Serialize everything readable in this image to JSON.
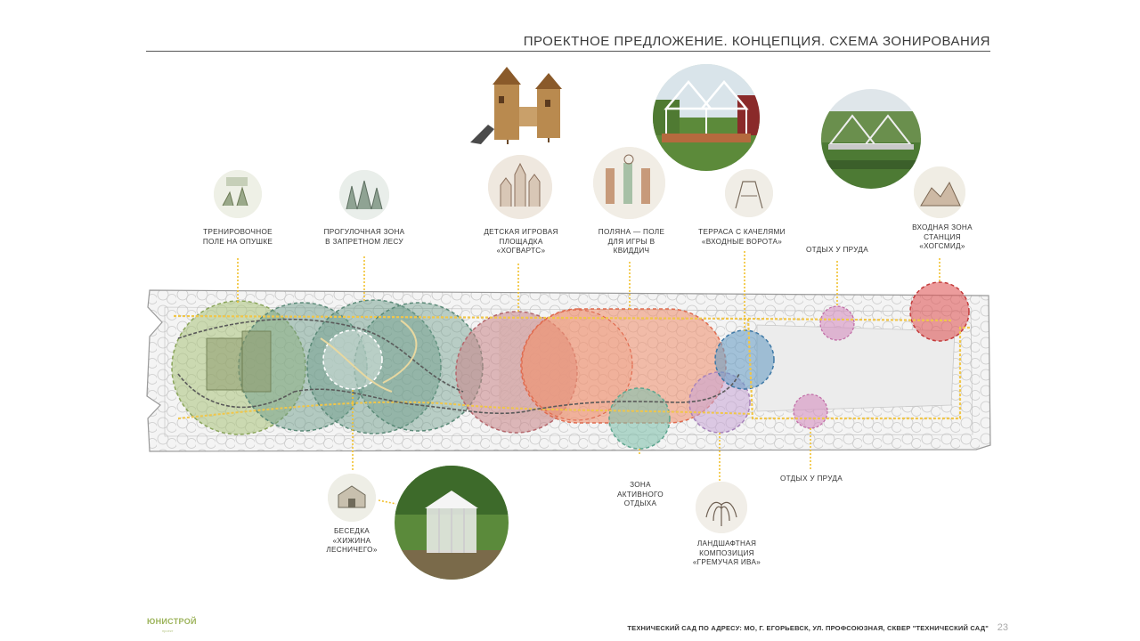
{
  "header": {
    "title": "ПРОЕКТНОЕ ПРЕДЛОЖЕНИЕ. КОНЦЕПЦИЯ. СХЕМА ЗОНИРОВАНИЯ"
  },
  "zones": {
    "training_field": "ТРЕНИРОВОЧНОЕ ПОЛЕ НА ОПУШКЕ",
    "forest_walk": "ПРОГУЛОЧНАЯ ЗОНА В ЗАПРЕТНОМ ЛЕСУ",
    "playground": "ДЕТСКАЯ ИГРОВАЯ ПЛОЩАДКА «ХОГВАРТС»",
    "quidditch": "ПОЛЯНА — ПОЛЕ ДЛЯ ИГРЫ В КВИДДИЧ",
    "terrace": "ТЕРРАСА С КАЧЕЛЯМИ «ВХОДНЫЕ ВОРОТА»",
    "pond_top": "ОТДЫХ У ПРУДА",
    "entrance": "ВХОДНАЯ ЗОНА СТАНЦИЯ «ХОГСМИД»",
    "gazebo": "БЕСЕДКА «ХИЖИНА ЛЕСНИЧЕГО»",
    "active": "ЗОНА АКТИВНОГО ОТДЫХА",
    "willow": "ЛАНДШАФТНАЯ КОМПОЗИЦИЯ «ГРЕМУЧАЯ ИВА»",
    "pond_bottom": "ОТДЫХ У ПРУДА"
  },
  "footer": {
    "logo": "ЮНИСТРОЙ",
    "logo_sub": "проект",
    "address": "ТЕХНИЧЕСКИЙ САД ПО АДРЕСУ: МО, Г. ЕГОРЬЕВСК, УЛ. ПРОФСОЮЗНАЯ, СКВЕР \"ТЕХНИЧЕСКИЙ САД\"",
    "page_number": "23"
  },
  "colors": {
    "training": "#a9c27a",
    "forest": "#6f9e8c",
    "playground": "#c98487",
    "quidditch": "#ef9475",
    "terrace": "#6b9ec5",
    "pond": "#d58fbf",
    "entrance": "#e05a5a",
    "active": "#82c2ad",
    "willow": "#c6a4d6",
    "leader": "#f2c12e",
    "path": "#f0c64a"
  }
}
